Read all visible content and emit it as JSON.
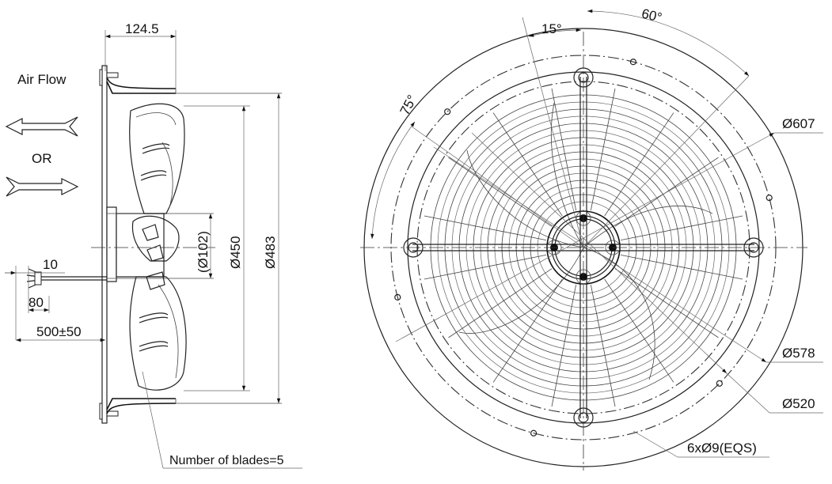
{
  "side_view": {
    "width_label": "124.5",
    "airflow_label": "Air Flow",
    "or_label": "OR",
    "hub_label": "(Ø102)",
    "blade_dia_label": "Ø450",
    "outer_dia_label": "Ø483",
    "cable_a_label": "10",
    "cable_b_label": "80",
    "cable_len_label": "500±50",
    "blades_label": "Number of blades=5"
  },
  "front_view": {
    "angle_15_label": "15°",
    "angle_60_label": "60°",
    "angle_75_label": "75°",
    "dia_607_label": "Ø607",
    "dia_578_label": "Ø578",
    "dia_520_label": "Ø520",
    "holes_label": "6xØ9(EQS)"
  }
}
